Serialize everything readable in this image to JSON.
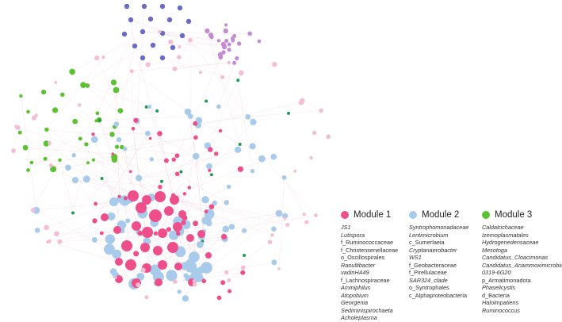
{
  "colors": {
    "module_1": "#ee4f8b",
    "module_2": "#a8cbec",
    "module_3": "#5cc232",
    "module_purple": "#6a6cc4",
    "module_violet": "#c58ad2",
    "module_dark_green": "#1f9a55",
    "light_pink": "#f3bdd5",
    "edge": "#f2cfe0"
  },
  "legend": {
    "modules": [
      {
        "name": "Module 1",
        "color": "#ee4f8b",
        "taxa": [
          "JS1",
          "Lutispora",
          "f_Ruminococcaceae",
          "f_Christensenellaceae",
          "o_Oscillospirales",
          "Raoultibacter",
          "vadinHA49",
          "f_Lachnospiraceae",
          "Aminiphilus",
          "Atopobium",
          "Georgenia",
          "Sediminispirochaeta",
          "Acholeplasma"
        ]
      },
      {
        "name": "Module 2",
        "color": "#a8cbec",
        "taxa": [
          "Syntrophomonadaceae",
          "Lentimicrobium",
          "c_Sumerlaeia",
          "Cryptanaerobacter",
          "WS1",
          "f_Geobacteraceae",
          "f_Pirellulaceae",
          "SAR324_clade",
          "o_Syntrophales",
          "c_Alphaproteobacteria"
        ]
      },
      {
        "name": "Module 3",
        "color": "#5cc232",
        "taxa": [
          "Caldatrichaceae",
          "Izemoplasmatales",
          "Hydrogenedensaceae",
          "Mesotoga",
          "Candidatus_Cloacimonas",
          "Candidatus_Anammoximicrobium",
          "0319-6G20",
          "p_Armatimonadota",
          "Phaselicystis",
          "d_Bacteria",
          "Haloimpatiens",
          "Ruminococcus"
        ]
      }
    ]
  }
}
